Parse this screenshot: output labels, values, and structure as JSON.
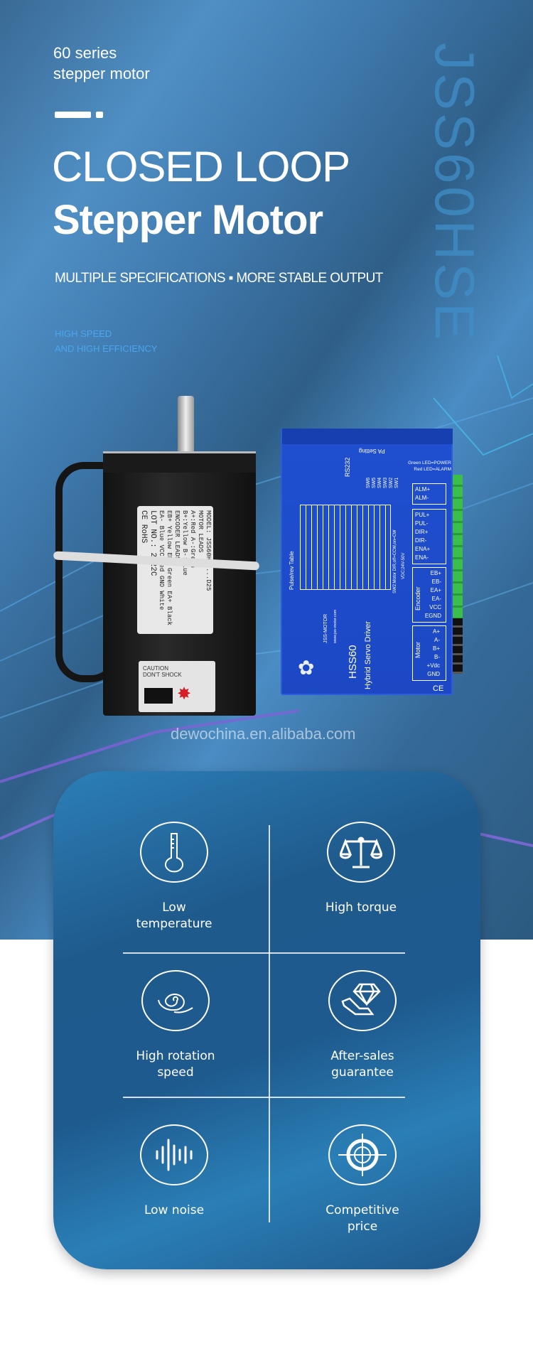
{
  "hero": {
    "series_line1": "60 series",
    "series_line2": "stepper motor",
    "title_line1": "CLOSED LOOP",
    "title_line2": "Stepper Motor",
    "subtitle": "MULTIPLE SPECIFICATIONS ▪ MORE STABLE OUTPUT",
    "tagline_line1": "HIGH SPEED",
    "tagline_line2": "AND HIGH EFFICIENCY",
    "vertical_model": "JSS60HSE",
    "watermark": "dewochina.en.alibaba.com"
  },
  "motor": {
    "label_lines": [
      "MODEL: JSS60HSE...D25",
      "MOTOR LEADS",
      "A+:Red   A-:Green",
      "B+:Yellow B-:Blue",
      "ENCODER LEADS",
      "EB+ Yellow EB- Green EA+ Black",
      "EA- Blue  VCC Red  GND White",
      "LOT NO.: 2022C",
      "CE RoHS"
    ],
    "caution_line1": "CAUTION",
    "caution_line2": "DON'T SHOCK"
  },
  "driver": {
    "rs232": "RS232",
    "switches": "SW6 SW5 SW4 SW3 SW2 SW1",
    "pa_setting": "PA Setting",
    "led_line1": "Green LED=POWER",
    "led_line2": "Red LED=ALARM",
    "alarm": [
      "ALM+",
      "ALM-"
    ],
    "signals": [
      "PUL+",
      "PUL-",
      "DIR+",
      "DIR-",
      "ENA+",
      "ENA-"
    ],
    "encoder_title": "Encoder",
    "encoder": [
      "EB+",
      "EB-",
      "EA+",
      "EA-",
      "VCC",
      "EGND"
    ],
    "motor_title": "Motor",
    "motor_pins": [
      "A+",
      "A-",
      "B+",
      "B-",
      "+Vdc",
      "GND"
    ],
    "table_title": "Pulse/rev Table",
    "note1": "SW2:Motor DIR,off=CCW,on=CW",
    "note2": "VDC:24V-50V",
    "brand": "JSS-MOTOR",
    "url": "www.jss-motor.com",
    "model": "HSS60",
    "name": "Hybrid Servo Driver",
    "ce": "CE"
  },
  "features": [
    {
      "icon": "thermometer-icon",
      "label": "Low\ntemperature"
    },
    {
      "icon": "balance-scale-icon",
      "label": "High torque"
    },
    {
      "icon": "spiral-icon",
      "label": "High rotation\nspeed"
    },
    {
      "icon": "diamond-hand-icon",
      "label": "After-sales\nguarantee"
    },
    {
      "icon": "sound-wave-icon",
      "label": "Low noise"
    },
    {
      "icon": "target-icon",
      "label": "Competitive\nprice"
    }
  ],
  "colors": {
    "accent_light_blue": "#4aa6ee",
    "card_blue": "#1f5a8c",
    "driver_blue": "#1f4fd0"
  }
}
